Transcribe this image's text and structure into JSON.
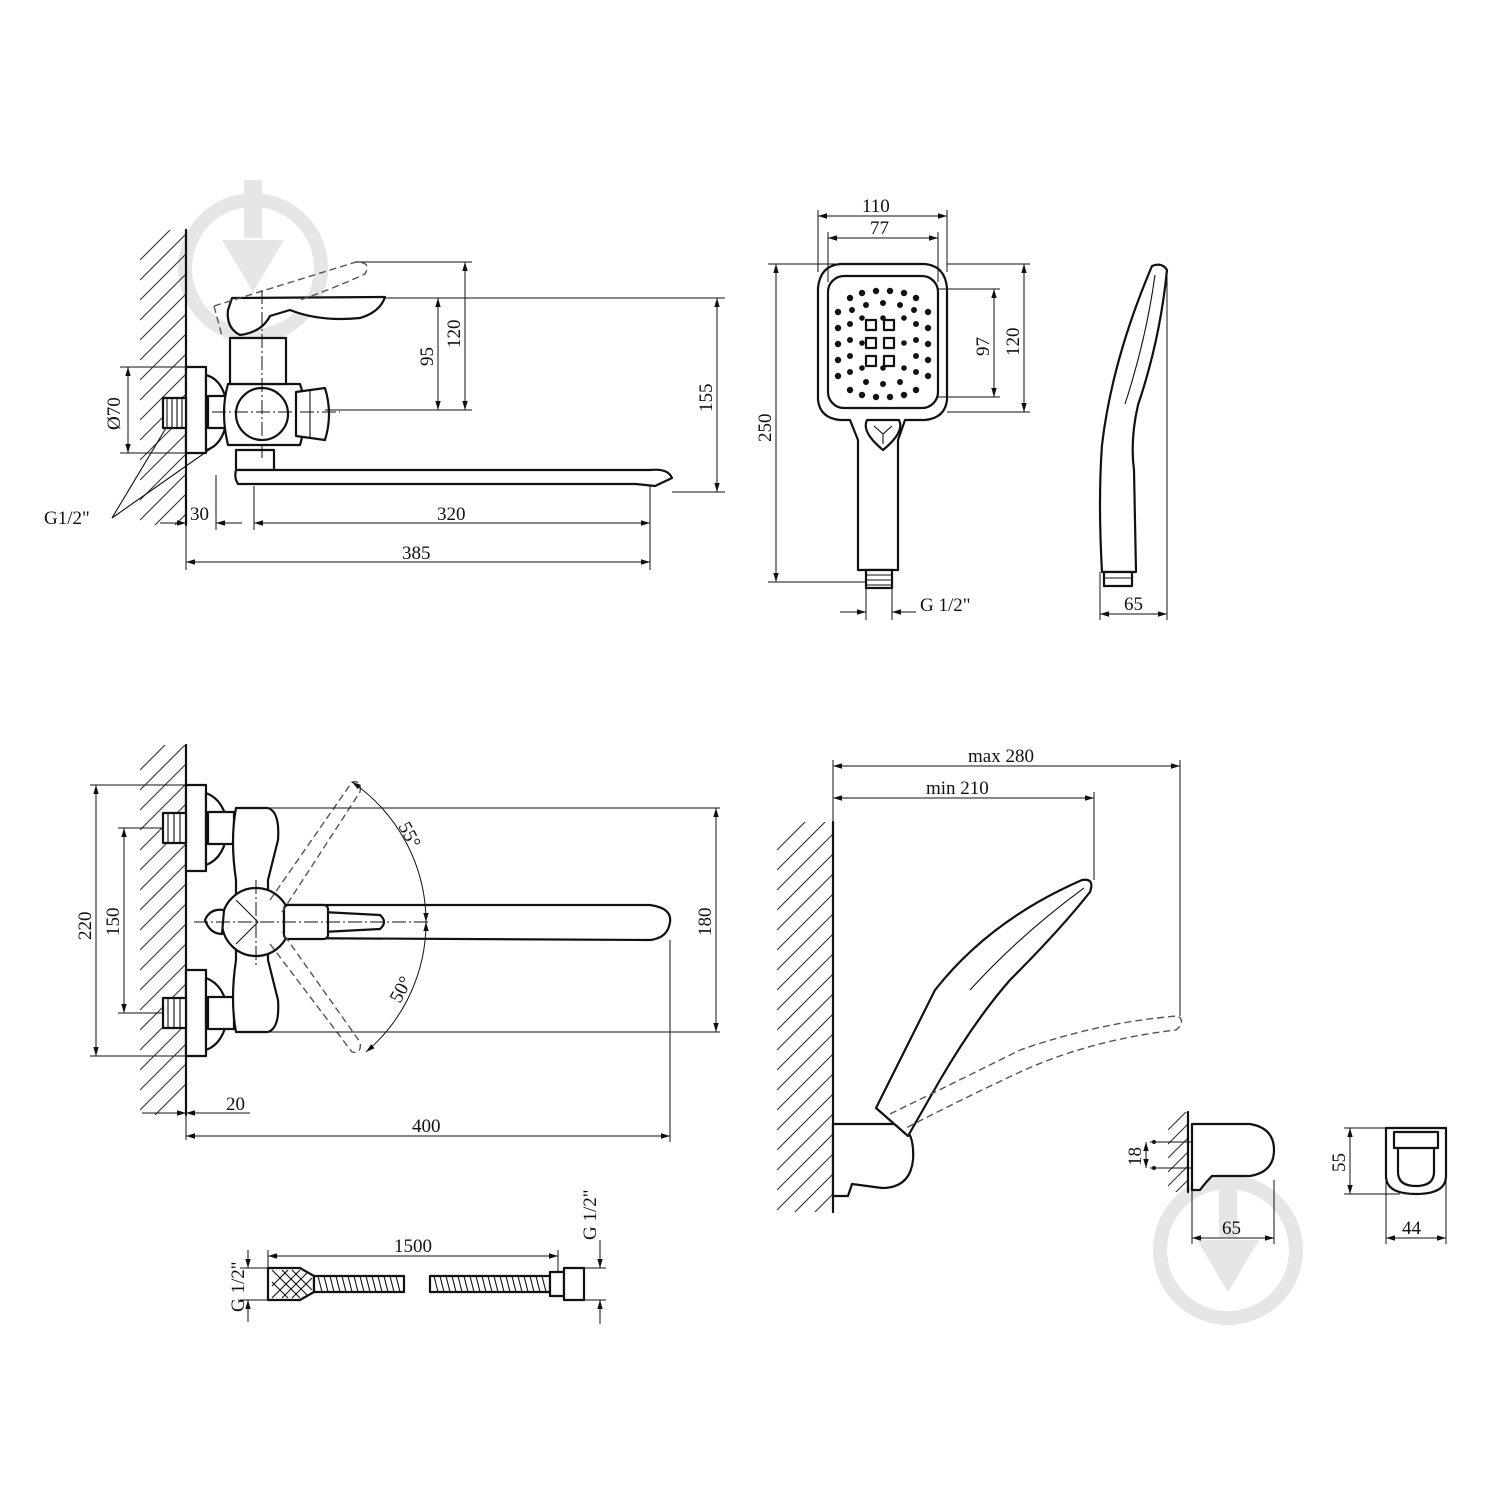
{
  "side_view": {
    "pipe_diameter": "Ø70",
    "thread": "G1/2\"",
    "dim_wall_gap": "30",
    "dim_spout_reach": "320",
    "dim_total_length": "385",
    "dim_lever_height": "95",
    "dim_lever_raised_height": "120",
    "dim_total_height": "155"
  },
  "hand_shower_front": {
    "dim_head_width": "110",
    "dim_face_width": "77",
    "dim_face_height": "97",
    "dim_head_height": "120",
    "dim_total_length": "250",
    "thread": "G 1/2\""
  },
  "hand_shower_side": {
    "dim_thickness": "65"
  },
  "top_view": {
    "dim_overall_width": "220",
    "dim_inlet_spacing": "150",
    "dim_spout_width": "180",
    "dim_wall_offset": "20",
    "dim_total_length": "400",
    "angle_upper": "55°",
    "angle_lower": "50°"
  },
  "holder_view": {
    "dim_max_reach": "max 280",
    "dim_min_reach": "min 210"
  },
  "bracket_views": {
    "dim_mount_spacing": "18",
    "dim_bracket_depth": "65",
    "dim_bracket_height": "55",
    "dim_bracket_width": "44"
  },
  "hose": {
    "dim_length": "1500",
    "thread_left": "G 1/2\"",
    "thread_right": "G 1/2\""
  }
}
